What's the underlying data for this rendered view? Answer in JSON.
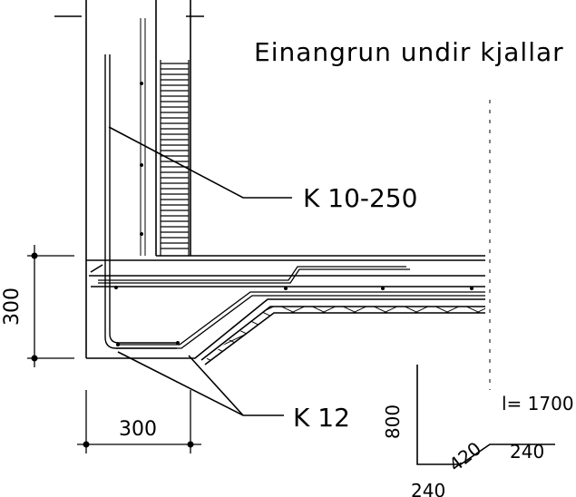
{
  "title": "Einangrun undir kjallar",
  "labels": {
    "rebar_top": "K 10-250",
    "rebar_bottom": "K 12",
    "dim_height": "300",
    "dim_width": "300"
  },
  "bar_schedule": {
    "length": "l= 1700",
    "vertical": "800",
    "diagonal": "420",
    "horizontal_top": "240",
    "horizontal_bottom": "240"
  }
}
